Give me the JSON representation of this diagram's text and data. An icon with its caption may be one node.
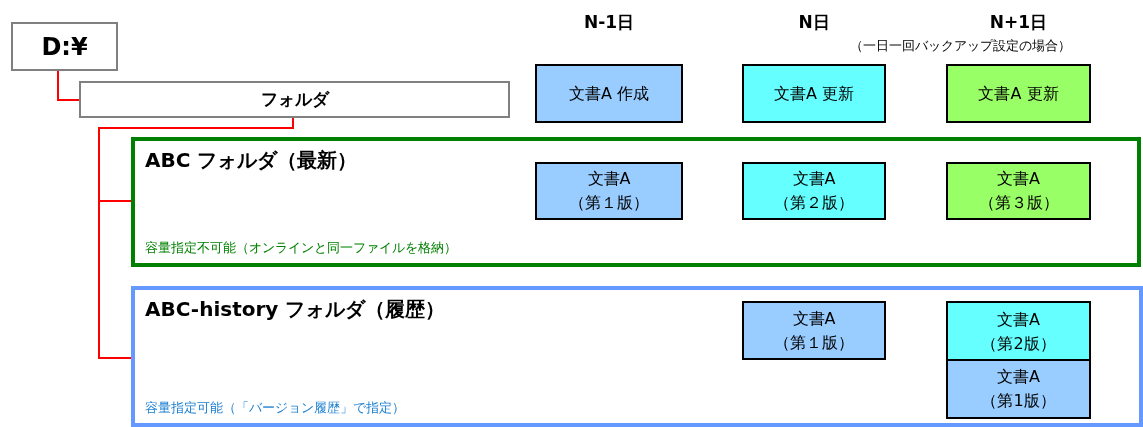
{
  "diagram": {
    "nodes": [
      {
        "text": [
          "D:¥"
        ]
      },
      {
        "text": [
          "フォルダ"
        ]
      },
      {
        "text": [
          "ABC フォルダ（最新）",
          "容量指定不可能（オンラインと同一ファイルを格納）"
        ]
      },
      {
        "text": [
          "ABC-history フォルダ（履歴）",
          "容量指定可能（「バージョン履歴」で指定）"
        ]
      },
      {
        "text": [
          "文書A 作成"
        ]
      },
      {
        "text": [
          "文書A 更新"
        ]
      },
      {
        "text": [
          "文書A 更新"
        ]
      },
      {
        "text": [
          "文書A （第１版）"
        ],
        "in": 2
      },
      {
        "text": [
          "文書A （第２版）"
        ],
        "in": 2
      },
      {
        "text": [
          "文書A （第３版）"
        ],
        "in": 2
      },
      {
        "text": [
          "文書A （第１版）"
        ],
        "in": 3
      },
      {
        "text": [
          "文書A （第2版）"
        ],
        "in": 3
      },
      {
        "text": [
          "文書A （第1版）"
        ],
        "in": 3
      }
    ],
    "edges": [
      {
        "from": 0,
        "to": 1,
        "arrow": "none"
      },
      {
        "from": 1,
        "to": 2,
        "arrow": "none"
      },
      {
        "from": 1,
        "to": 3,
        "arrow": "none"
      }
    ],
    "labels": [
      "N-1日",
      "N日",
      "N+1日",
      "（一日一回バックアップ設定の場合）"
    ]
  }
}
